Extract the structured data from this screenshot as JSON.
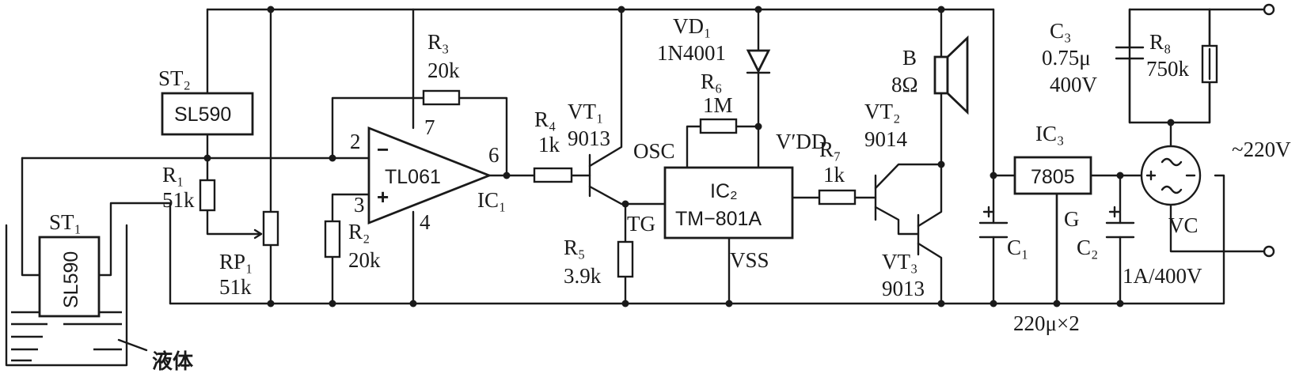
{
  "labels": {
    "st2": "ST₂",
    "st2_chip": "SL590",
    "st1": "ST₁",
    "st1_chip": "SL590",
    "liquid": "液体",
    "r1": "R₁",
    "r1_val": "51k",
    "rp1": "RP₁",
    "rp1_val": "51k",
    "r3": "R₃",
    "r3_val": "20k",
    "r2": "R₂",
    "r2_val": "20k",
    "pin2": "2",
    "pin3": "3",
    "pin4": "4",
    "pin6": "6",
    "pin7": "7",
    "opamp": "TL061",
    "ic1": "IC₁",
    "minus": "−",
    "plus": "+",
    "r4": "R₄",
    "r4_val": "1k",
    "vt1": "VT₁",
    "vt1_val": "9013",
    "r5": "R₅",
    "r5_val": "3.9k",
    "tg": "TG",
    "vd1": "VD₁",
    "vd1_val": "1N4001",
    "r6": "R₆",
    "r6_val": "1M",
    "osc": "OSC",
    "vdd": "V′DD",
    "ic2": "IC₂",
    "ic2_val": "TM−801A",
    "vss": "VSS",
    "r7": "R₇",
    "r7_val": "1k",
    "vt2": "VT₂",
    "vt2_val": "9014",
    "vt3": "VT₃",
    "vt3_val": "9013",
    "b": "B",
    "b_val": "8Ω",
    "c1": "C₁",
    "c2": "C₂",
    "c_val": "220μ×2",
    "ic3": "IC₃",
    "ic3_val": "7805",
    "g": "G",
    "c3": "C₃",
    "c3_val": "0.75μ",
    "c3_volt": "400V",
    "r8": "R₈",
    "r8_val": "750k",
    "ac": "~220V",
    "vc": "VC",
    "vc_val": "1A/400V"
  }
}
